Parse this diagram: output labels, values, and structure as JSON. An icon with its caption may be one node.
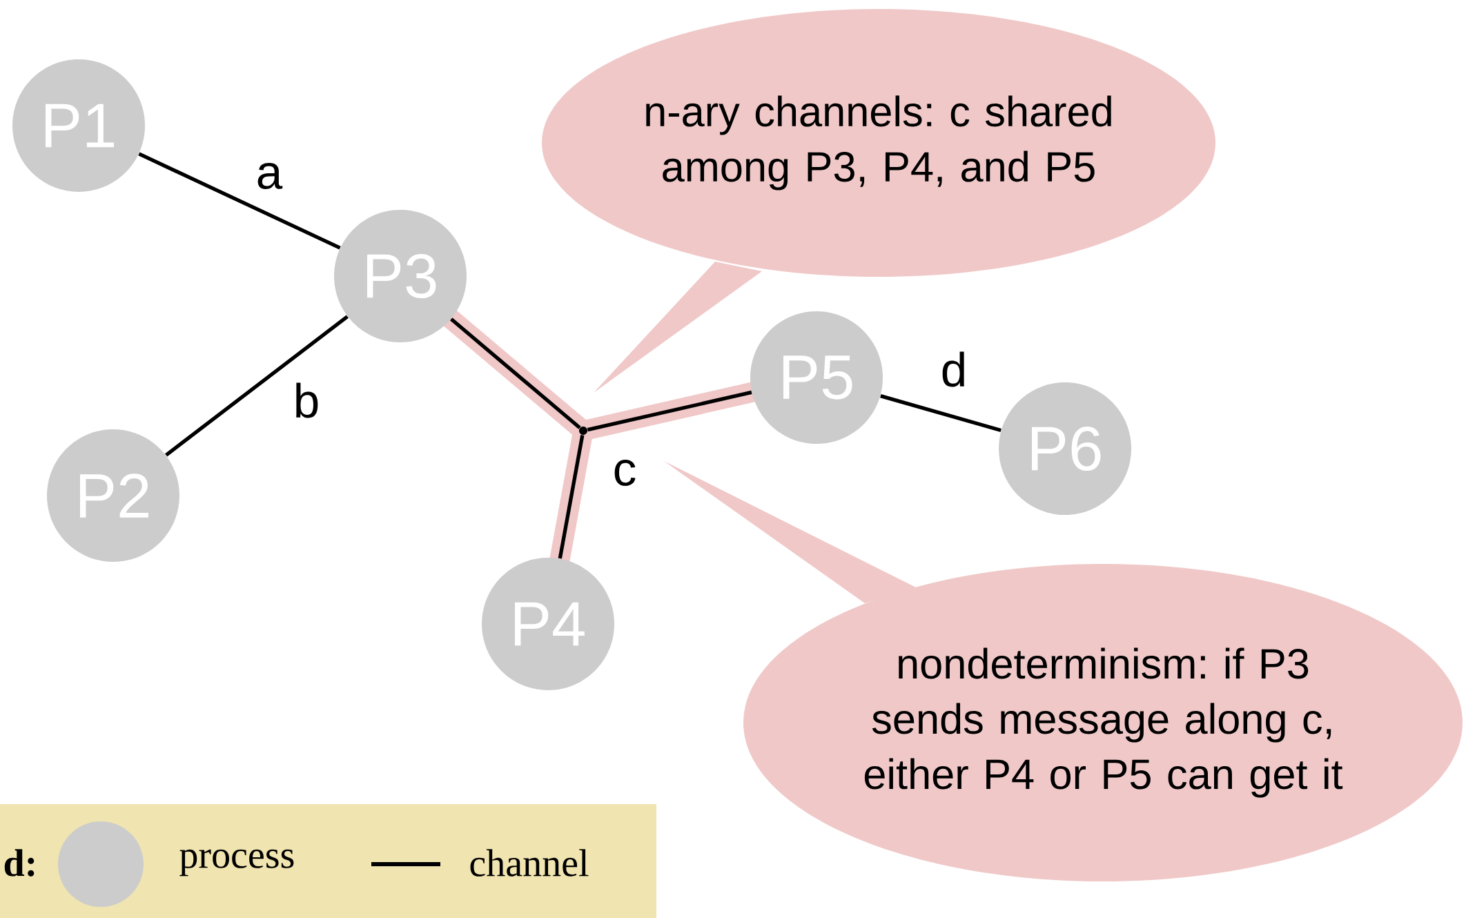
{
  "diagram": {
    "nodes": [
      {
        "text": [
          "P1"
        ]
      },
      {
        "text": [
          "P2"
        ]
      },
      {
        "text": [
          "P3"
        ]
      },
      {
        "text": [
          "P4"
        ]
      },
      {
        "text": [
          "P5"
        ]
      },
      {
        "text": [
          "P6"
        ]
      },
      {
        "text": [],
        "shape": "dot"
      },
      {
        "text": [
          "n-ary channels: c shared among P3, P4, and P5"
        ]
      },
      {
        "text": [
          "nondeterminism: if P3 sends message along c, either P4 or P5 can get it"
        ]
      }
    ],
    "edges": [
      {
        "from": 0,
        "to": 2,
        "arrow": "none",
        "label": "a"
      },
      {
        "from": 1,
        "to": 2,
        "arrow": "none",
        "label": "b"
      },
      {
        "from": 2,
        "to": 6,
        "arrow": "none"
      },
      {
        "from": 6,
        "to": 3,
        "arrow": "none",
        "label": "c"
      },
      {
        "from": 6,
        "to": 4,
        "arrow": "none"
      },
      {
        "from": 4,
        "to": 5,
        "arrow": "none",
        "label": "d"
      }
    ],
    "labels": [
      "d:"
    ],
    "legend": [
      {
        "text": "process"
      },
      {
        "text": "channel"
      }
    ]
  }
}
